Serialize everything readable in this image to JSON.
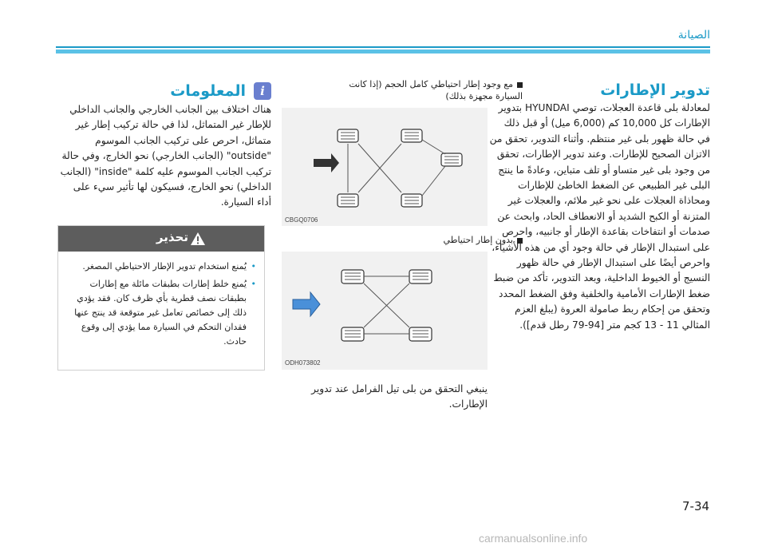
{
  "header": {
    "section_title": "الصيانة"
  },
  "right_column": {
    "heading": "تدوير الإطارات",
    "body": "لمعادلة بلى قاعدة العجلات، توصي HYUNDAI بتدوير الإطارات كل 10,000 كم (6,000 ميل) أو قبل ذلك في حالة ظهور بلى غير منتظم. وأثناء التدوير، تحقق من الاتزان الصحيح للإطارات. وعند تدوير الإطارات، تحقق من وجود بلى غير متساو أو تلف متباين، وعادةً ما ينتج البلى غير الطبيعي عن الضغط الخاطئ للإطارات ومحاذاة العجلات على نحو غير ملائم، والعجلات غير المتزنة أو الكبح الشديد أو الانعطاف الحاد، وابحث عن صدمات أو انتفاخات بقاعدة الإطار أو جانبيه، واحرص على استبدال الإطار في حالة وجود أي من هذه الأشياء، واحرص أيضًا على استبدال الإطار في حالة ظهور النسيج أو الخيوط الداخلية، وبعد التدوير، تأكد من ضبط ضغط الإطارات الأمامية والخلفية وفق الضغط المحدد وتحقق من إحكام ربط صامولة العروة (يبلغ العزم المثالي 11 - 13 كجم متر [94-79 رطل قدم])."
  },
  "middle_column": {
    "figure1_caption": "مع وجود إطار احتياطي كامل الحجم (إذا كانت السيارة مجهزة بذلك)",
    "figure1_code": "CBGQ0706",
    "figure2_caption": "بدون إطار احتياطي",
    "figure2_code": "ODH073802",
    "after_text": "ينبغي التحقق من بلى تيل الفرامل عند تدوير الإطارات."
  },
  "left_column": {
    "info_title": "المعلومات",
    "info_icon": "i",
    "info_body": "هناك اختلاف بين الجانب الخارجي والجانب الداخلي للإطار غير المتماثل، لذا في حالة تركيب إطار غير متماثل، احرص على تركيب الجانب الموسوم \"outside\" (الجانب الخارجي) نحو الخارج، وفي حالة تركيب الجانب الموسوم عليه كلمة \"inside\" (الجانب الداخلي) نحو الخارج، فسيكون لها تأثير سيء على أداء السيارة.",
    "warning": {
      "title": "تحذير",
      "items": [
        "يُمنع استخدام تدوير الإطار الاحتياطي المصغر.",
        "يُمنع خلط إطارات بطبقات مائلة مع إطارات بطبقات نصف قطرية بأي ظرف كان. فقد يؤدي ذلك إلى خصائص تعامل غير متوقعة قد ينتج عنها فقدان التحكم في السيارة مما يؤدي إلى وقوع حادث."
      ]
    }
  },
  "page_number": "7-34",
  "watermark": "carmanualsonline.info",
  "colors": {
    "accent": "#1b9ac7",
    "accent_light": "#5bc2e6",
    "warning_head": "#5d5d5d",
    "arrow_blue": "#4a90d9",
    "arrow_dark": "#333333"
  }
}
